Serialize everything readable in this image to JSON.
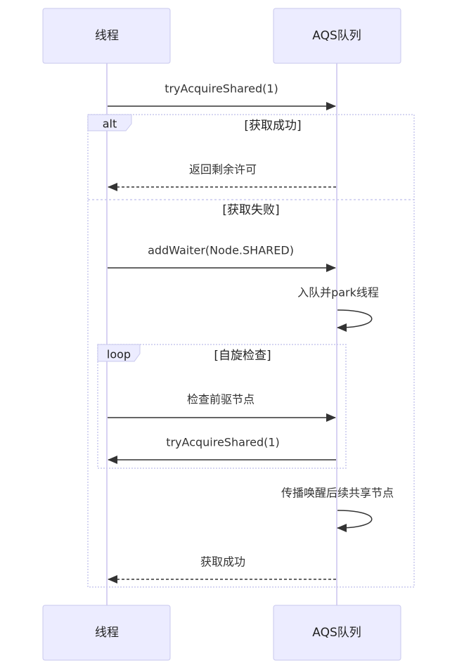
{
  "participants": {
    "thread": "线程",
    "queue": "AQS队列"
  },
  "messages": {
    "m1": "tryAcquireShared(1)",
    "m2": "返回剩余许可",
    "m3": "addWaiter(Node.SHARED)",
    "m4": "入队并park线程",
    "m5": "检查前驱节点",
    "m6": "tryAcquireShared(1)",
    "m7": "传播唤醒后续共享节点",
    "m8": "获取成功"
  },
  "frames": {
    "alt": {
      "label": "alt",
      "cond1": "[获取成功]",
      "cond2": "[获取失败]"
    },
    "loop": {
      "label": "loop",
      "cond": "[自旋检查]"
    }
  },
  "colors": {
    "actor_fill": "#ececff",
    "actor_stroke": "#c9c8ee",
    "lifeline": "#d8d2f3",
    "arrow": "#333333"
  }
}
